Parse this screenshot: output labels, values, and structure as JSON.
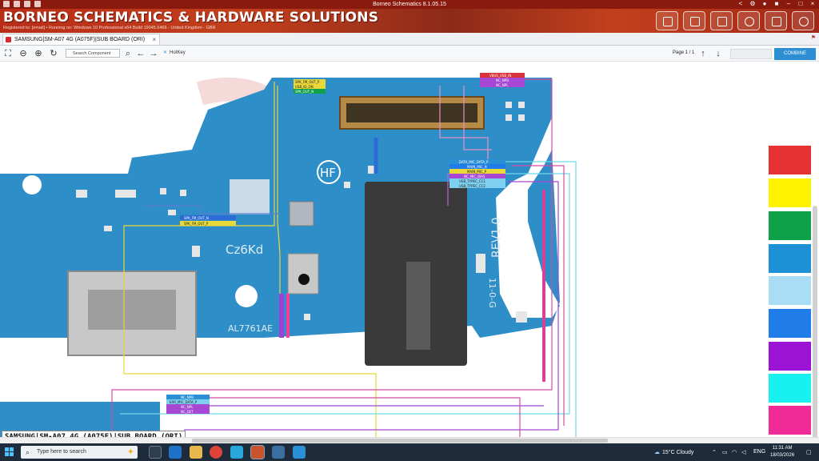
{
  "window": {
    "title": "Borneo Schematics 8.1.05.15"
  },
  "banner": {
    "title": "BORNEO SCHEMATICS & HARDWARE SOLUTIONS",
    "subtitle": "Registered to: [email] • Running on: Windows 10 Professional x64 Build 19045.6466 - United Kingdom - GBR"
  },
  "tab": {
    "label": "SAMSUNG|SM-A07 4G (A075F)|SUB BOARD (ORI)",
    "close": "×"
  },
  "toolbar": {
    "search_placeholder": "Search Component",
    "hotkey_label": "HotKey",
    "page_label": "Page 1 / 1",
    "combine_label": "COMBINE"
  },
  "board": {
    "silk_hf": "HF",
    "silk_model": "Cz6Kd",
    "silk_ic": "AL7761AE",
    "silk_rev": "REV1.0",
    "silk_mark": "11-0-G"
  },
  "net_labels_top": [
    "SPK_FM_OUT_P",
    "USB_ID_ON",
    "SPK_OUT_N"
  ],
  "net_labels_right_top": [
    "VBUS_USB_IN",
    "NC_NPB",
    "NC_NPL"
  ],
  "net_labels_mid": [
    "DATA_MIC_DATA_P",
    "MAIN_MIC_N",
    "MAIN_MIC_P",
    "NC_MIC_BIAS",
    "USB_TYPEC_CC1",
    "USB_TYPEC_CC2"
  ],
  "net_labels_bottom": [
    "NC_NPB",
    "EAR_MIC_DATA_P",
    "NC_NPL",
    "NC_DET"
  ],
  "net_labels_left": [
    "SPK_FM_OUT_N",
    "SPK_FM_OUT_P"
  ],
  "color_swatches": [
    "#e63232",
    "#fff200",
    "#0fa14a",
    "#1e90d6",
    "#a9dcf5",
    "#1f7ce8",
    "#9b13d4",
    "#19f0f0",
    "#f02a96"
  ],
  "footer_label": "SAMSUNG|SM-A07 4G (A075F)|SUB BOARD (ORI)",
  "taskbar": {
    "search_placeholder": "Type here to search",
    "weather": "15°C  Cloudy",
    "lang": "ENG",
    "time": "11:31 AM",
    "date": "18/03/2026"
  }
}
